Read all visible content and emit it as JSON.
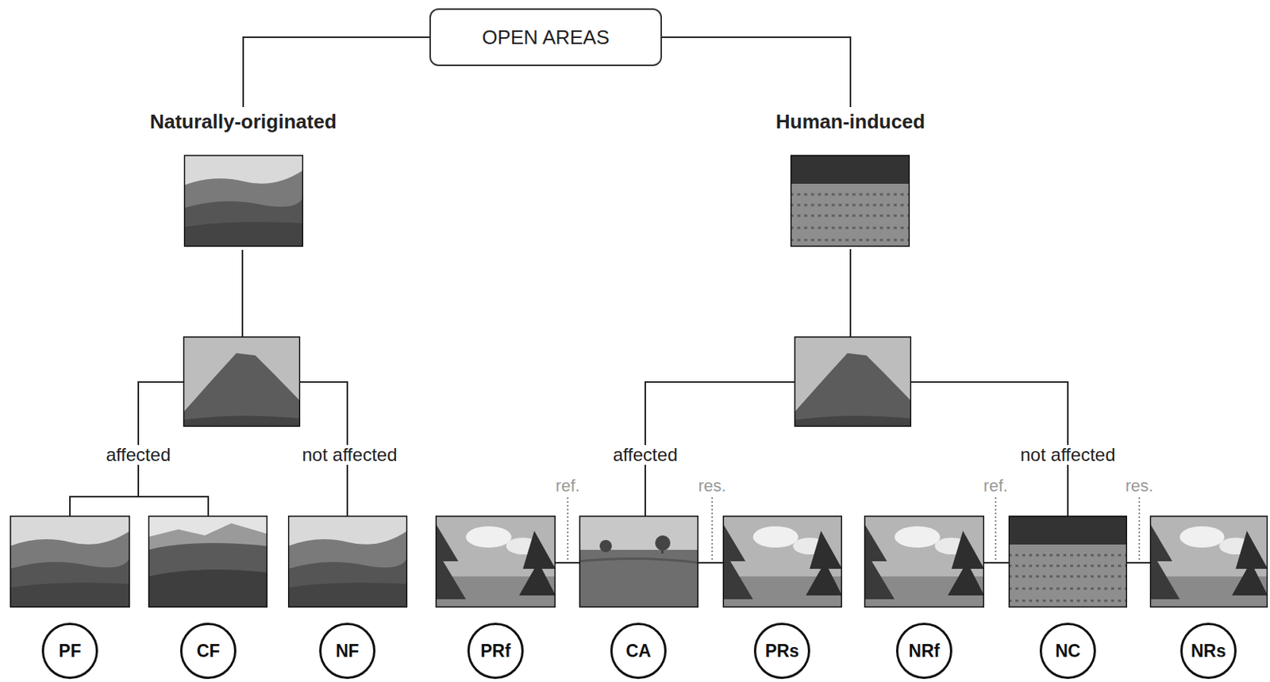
{
  "diagram": {
    "nodes": [
      {
        "text": [
          "OPEN AREAS"
        ]
      },
      {
        "text": [
          "Naturally-originated"
        ]
      },
      {
        "text": [
          "Human-induced"
        ]
      },
      {
        "text": [
          "PF"
        ]
      },
      {
        "text": [
          "CF"
        ]
      },
      {
        "text": [
          "NF"
        ]
      },
      {
        "text": [
          "PRf"
        ]
      },
      {
        "text": [
          "CA"
        ]
      },
      {
        "text": [
          "PRs"
        ]
      },
      {
        "text": [
          "NRf"
        ]
      },
      {
        "text": [
          "NC"
        ]
      },
      {
        "text": [
          "NRs"
        ]
      }
    ],
    "edges": [
      {
        "from": 0,
        "to": 1,
        "arrow": "none"
      },
      {
        "from": 0,
        "to": 2,
        "arrow": "none"
      }
    ],
    "labels": [
      "affected",
      "not affected",
      "affected",
      "not affected",
      "ref.",
      "res.",
      "ref.",
      "res."
    ]
  }
}
